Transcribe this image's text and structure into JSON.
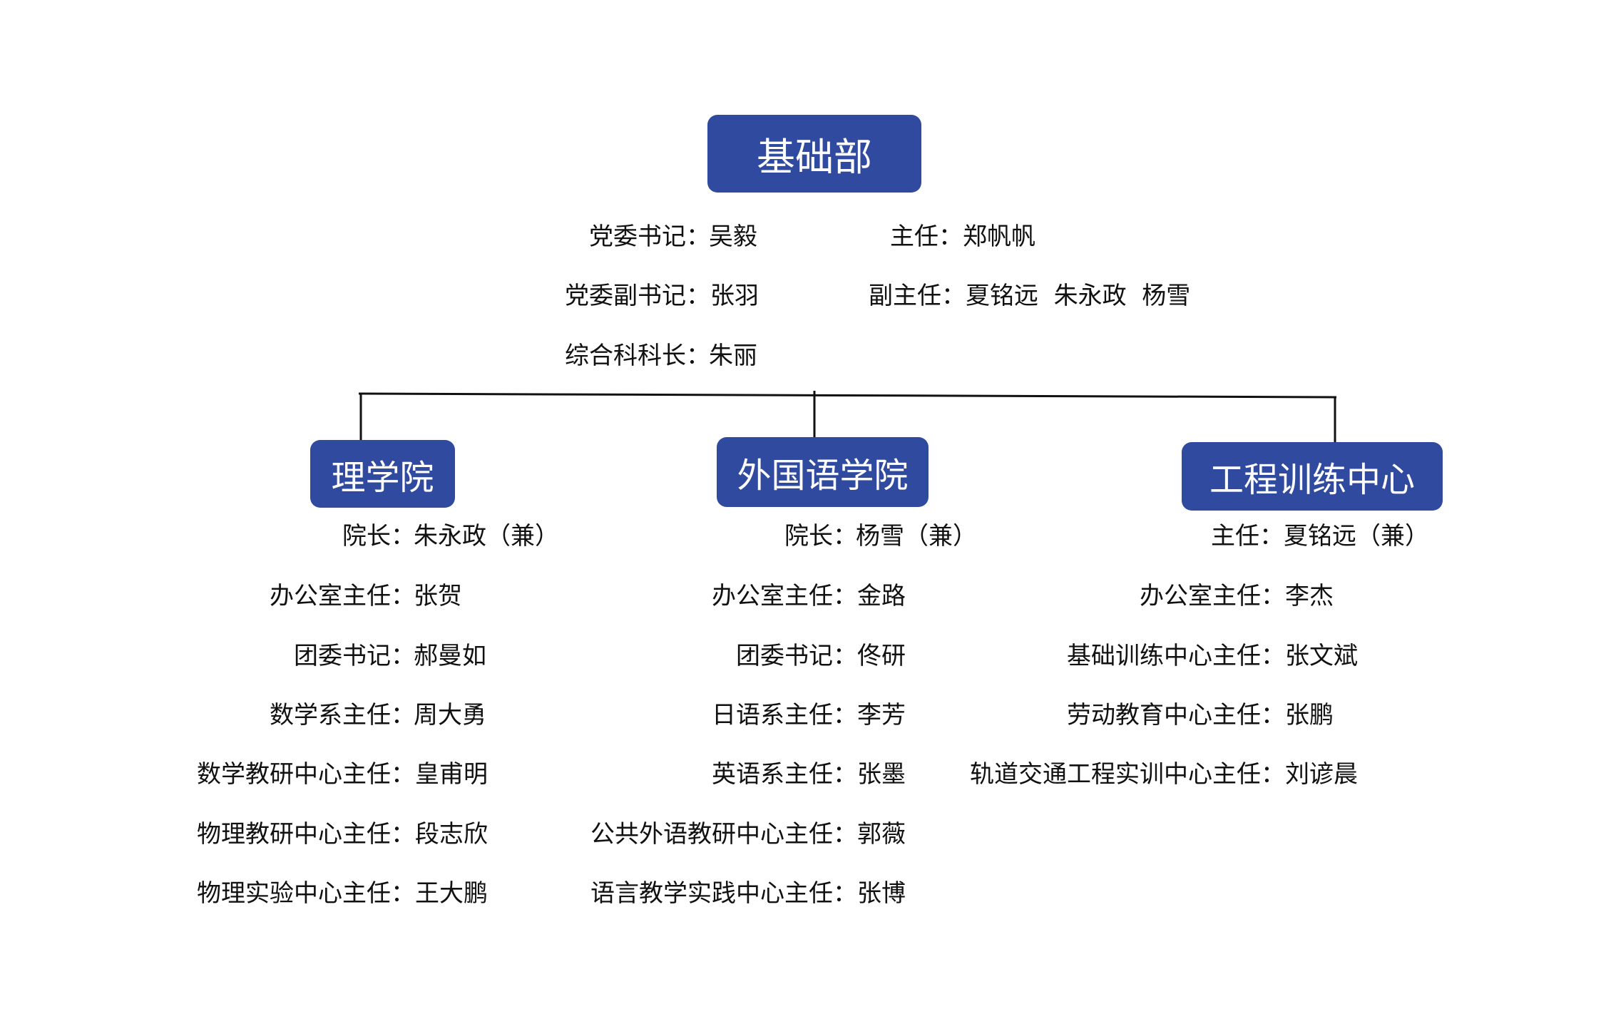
{
  "root": {
    "title": "基础部",
    "staff_left": [
      {
        "label": "党委书记：",
        "name": "吴毅"
      },
      {
        "label": "党委副书记：",
        "name": "张羽"
      },
      {
        "label": "综合科科长：",
        "name": "朱丽"
      }
    ],
    "staff_right": [
      {
        "label": "主任：",
        "name": "郑帆帆"
      },
      {
        "label": "副主任：",
        "name": "夏铭远  朱永政  杨雪"
      }
    ]
  },
  "children": [
    {
      "title": "理学院",
      "staff": [
        {
          "label": "院长：",
          "name": "朱永政（兼）"
        },
        {
          "label": "办公室主任：",
          "name": "张贺"
        },
        {
          "label": "团委书记：",
          "name": "郝曼如"
        },
        {
          "label": "数学系主任：",
          "name": "周大勇"
        },
        {
          "label": "数学教研中心主任：",
          "name": "皇甫明"
        },
        {
          "label": "物理教研中心主任：",
          "name": "段志欣"
        },
        {
          "label": "物理实验中心主任：",
          "name": "王大鹏"
        }
      ]
    },
    {
      "title": "外国语学院",
      "staff": [
        {
          "label": "院长：",
          "name": "杨雪（兼）"
        },
        {
          "label": "办公室主任：",
          "name": "金路"
        },
        {
          "label": "团委书记：",
          "name": "佟研"
        },
        {
          "label": "日语系主任：",
          "name": "李芳"
        },
        {
          "label": "英语系主任：",
          "name": "张墨"
        },
        {
          "label": "公共外语教研中心主任：",
          "name": "郭薇"
        },
        {
          "label": "语言教学实践中心主任：",
          "name": "张博"
        }
      ]
    },
    {
      "title": "工程训练中心",
      "staff": [
        {
          "label": "主任：",
          "name": "夏铭远（兼）"
        },
        {
          "label": "办公室主任：",
          "name": "李杰"
        },
        {
          "label": "基础训练中心主任：",
          "name": "张文斌"
        },
        {
          "label": "劳动教育中心主任：",
          "name": "张鹏"
        },
        {
          "label": "轨道交通工程实训中心主任：",
          "name": "刘谚晨"
        }
      ]
    }
  ]
}
